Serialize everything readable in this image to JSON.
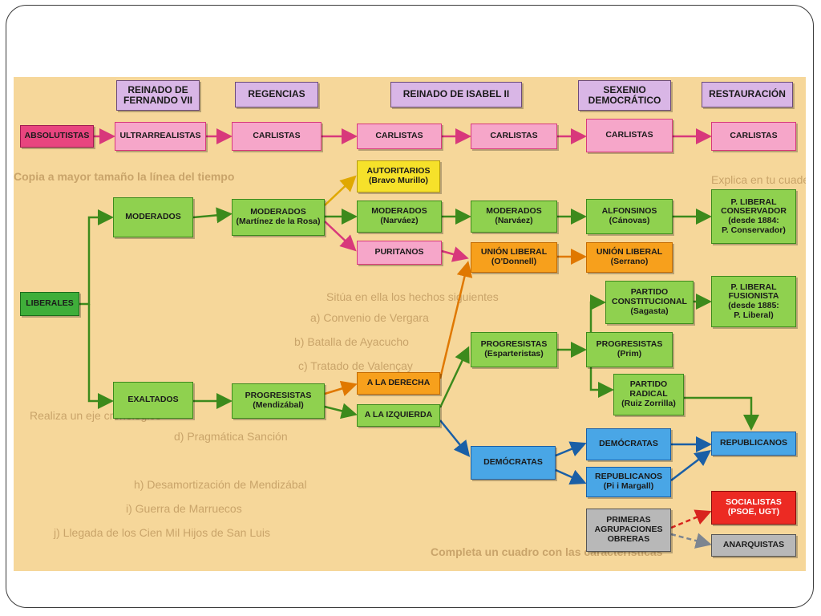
{
  "headers": {
    "fernando": "REINADO DE\nFERNANDO VII",
    "regencias": "REGENCIAS",
    "isabel": "REINADO DE ISABEL II",
    "sexenio": "SEXENIO\nDEMOCRÁTICO",
    "restauracion": "RESTAURACIÓN"
  },
  "nodes": {
    "absolutistas": "ABSOLUTISTAS",
    "ultrarrealistas": "ULTRARREALISTAS",
    "carlistas_1": "CARLISTAS",
    "carlistas_2": "CARLISTAS",
    "carlistas_3": "CARLISTAS",
    "carlistas_4": "CARLISTAS",
    "carlistas_5": "CARLISTAS",
    "liberales": "LIBERALES",
    "moderados_1": "MODERADOS",
    "exaltados": "EXALTADOS",
    "moderados_rosa": "MODERADOS\n(Martínez de la Rosa)",
    "progresistas_mendizabal": "PROGRESISTAS\n(Mendizábal)",
    "autoritarios": "AUTORITARIOS\n(Bravo Murillo)",
    "moderados_narvaez_1": "MODERADOS\n(Narváez)",
    "puritanos": "PURITANOS",
    "a_la_derecha": "A LA DERECHA",
    "a_la_izquierda": "A LA IZQUIERDA",
    "moderados_narvaez_2": "MODERADOS\n(Narváez)",
    "union_liberal_odonnell": "UNIÓN LIBERAL\n(O'Donnell)",
    "progresistas_esparteristas": "PROGRESISTAS\n(Esparteristas)",
    "democratas_1": "DEMÓCRATAS",
    "alfonsinos": "ALFONSINOS\n(Cánovas)",
    "union_liberal_serrano": "UNIÓN LIBERAL\n(Serrano)",
    "partido_constitucional": "PARTIDO\nCONSTITUCIONAL\n(Sagasta)",
    "progresistas_prim": "PROGRESISTAS\n(Prim)",
    "partido_radical": "PARTIDO\nRADICAL\n(Ruiz Zorrilla)",
    "democratas_2": "DEMÓCRATAS",
    "republicanos_pi": "REPUBLICANOS\n(Pi i Margall)",
    "primeras_agrupaciones": "PRIMERAS\nAGRUPACIONES\nOBRERAS",
    "p_liberal_conservador": "P. LIBERAL\nCONSERVADOR\n(desde 1884:\nP. Conservador)",
    "p_liberal_fusionista": "P. LIBERAL\nFUSIONISTA\n(desde 1885:\nP. Liberal)",
    "republicanos": "REPUBLICANOS",
    "socialistas": "SOCIALISTAS\n(PSOE, UGT)",
    "anarquistas": "ANARQUISTAS"
  },
  "background_text": [
    "Explica en tu cuaderno",
    "Copia a mayor tamaño la línea del tiempo",
    "Sitúa en ella los hechos siguientes",
    "a) Convenio de Vergara",
    "b) Batalla de Ayacucho",
    "c) Tratado de Valençay",
    "d) Pragmática Sanción",
    "h) Desamortización de Mendizábal",
    "i) Guerra de Marruecos",
    "j) Llegada de los Cien Mil Hijos de San Luis",
    "Realiza un eje cronológico",
    "Completa un cuadro con las características"
  ],
  "colors": {
    "background": "#f6d79a",
    "header": "#d9b6e6",
    "carlist": "#f6a6c9",
    "absolutist": "#e8457f",
    "moderate": "#8fd14f",
    "liberal": "#3fae3a",
    "authoritarian": "#f6e12a",
    "union": "#f7a01c",
    "democrat": "#49a6e6",
    "socialist": "#ec2a23",
    "anarchist": "#b8b8b8"
  }
}
